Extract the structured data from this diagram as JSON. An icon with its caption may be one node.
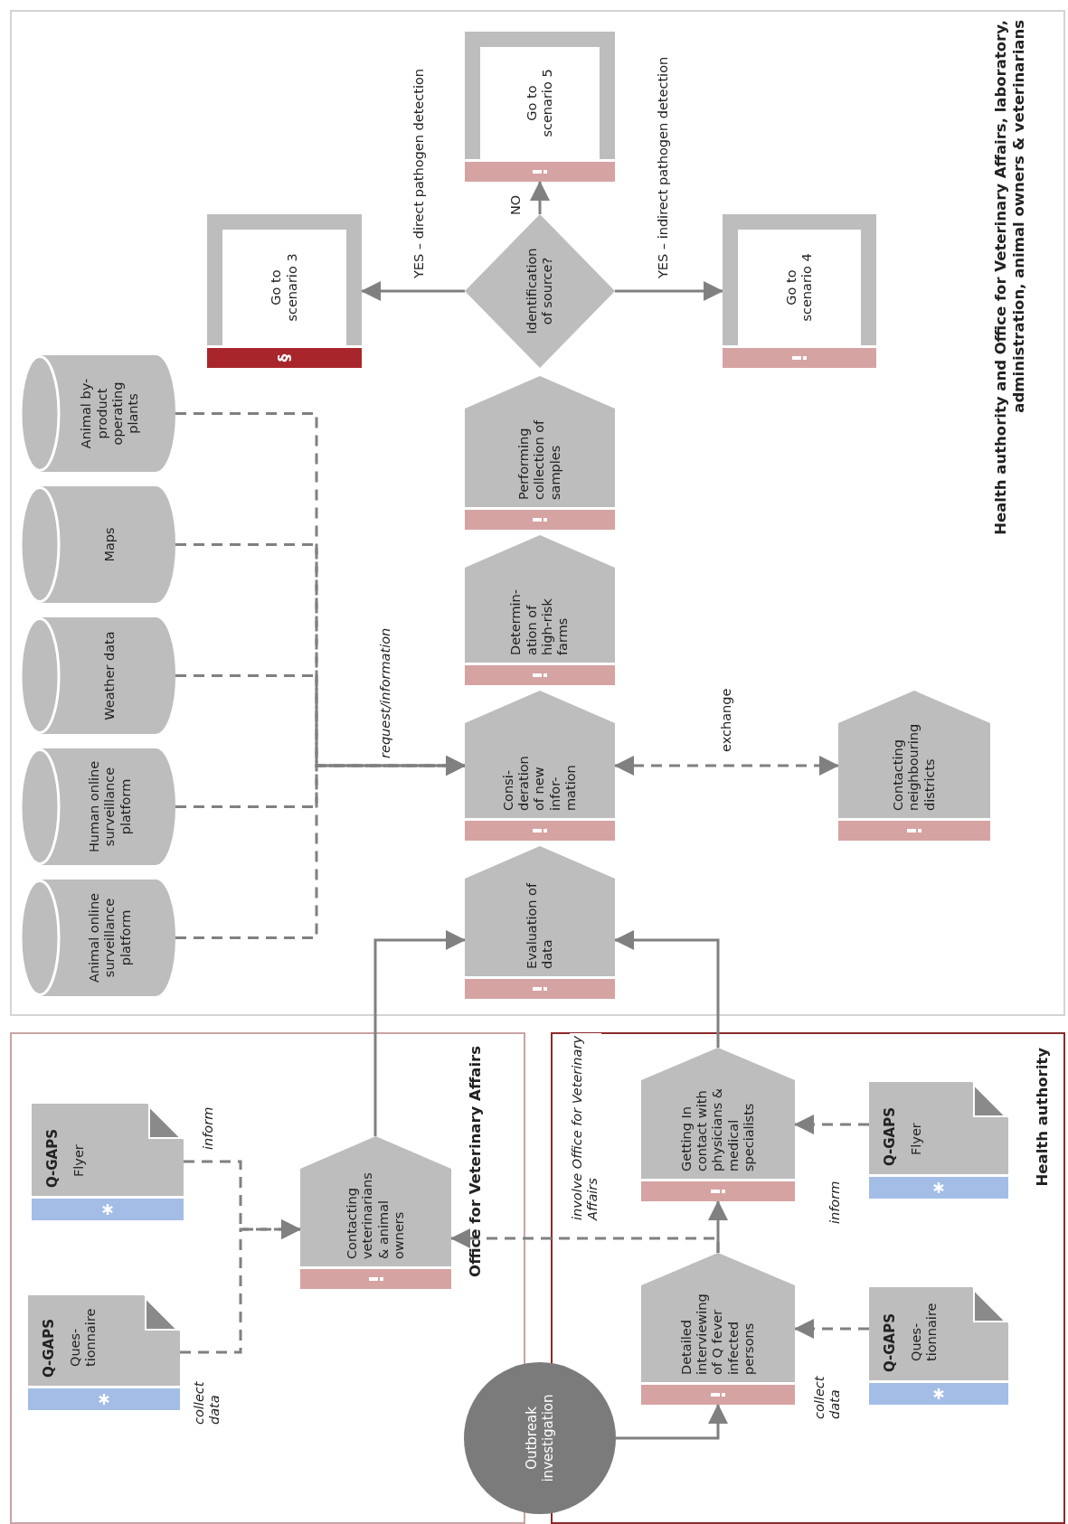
{
  "diagram": {
    "nodes": [
      {
        "text": [
          "Health authority and Office for Veterinary Affairs, laboratory, administration, animal owners & veterinarians"
        ]
      },
      {
        "text": [
          "Office for Veterinary Affairs"
        ]
      },
      {
        "text": [
          "Health authority"
        ]
      },
      {
        "text": [
          "Animal online surveillance platform"
        ],
        "in": 0
      },
      {
        "text": [
          "Human online surveillance platform"
        ],
        "in": 0
      },
      {
        "text": [
          "Weather data"
        ],
        "in": 0
      },
      {
        "text": [
          "Maps"
        ],
        "in": 0
      },
      {
        "text": [
          "Animal by-product operating plants"
        ],
        "in": 0
      },
      {
        "text": [
          "Evaluation of data"
        ],
        "in": 0
      },
      {
        "text": [
          "Consi- deration of new infor- mation"
        ],
        "in": 0
      },
      {
        "text": [
          "Determin- ation of high-risk farms"
        ],
        "in": 0
      },
      {
        "text": [
          "Performing collection of samples"
        ],
        "in": 0
      },
      {
        "text": [
          "Identification of source?"
        ],
        "in": 0
      },
      {
        "text": [
          "Go to scenario 3",
          "§"
        ],
        "in": 0
      },
      {
        "text": [
          "Go to scenario 5"
        ],
        "in": 0
      },
      {
        "text": [
          "Go to scenario 4"
        ],
        "in": 0
      },
      {
        "text": [
          "Contacting neighbouring districts"
        ],
        "in": 0
      },
      {
        "text": [
          "Q-GAPS",
          "Ques- tionnaire"
        ],
        "in": 1
      },
      {
        "text": [
          "Q-GAPS",
          "Flyer"
        ],
        "in": 1
      },
      {
        "text": [
          "Contacting veterinarians & animal owners"
        ],
        "in": 1
      },
      {
        "text": [
          "Outbreak investigation"
        ]
      },
      {
        "text": [
          "Detailed interviewing of Q fever infected persons"
        ],
        "in": 2
      },
      {
        "text": [
          "Getting In contact with physicians & medical specialists"
        ],
        "in": 2
      },
      {
        "text": [
          "Q-GAPS",
          "Ques- tionnaire"
        ],
        "in": 2
      },
      {
        "text": [
          "Q-GAPS",
          "Flyer"
        ],
        "in": 2
      }
    ],
    "edges": [
      {
        "from": 3,
        "to": 9,
        "arrow": "to",
        "style": "dashed"
      },
      {
        "from": 4,
        "to": 9,
        "arrow": "to",
        "style": "dashed",
        "label": "request/information"
      },
      {
        "from": 5,
        "to": 9,
        "arrow": "to",
        "style": "dashed"
      },
      {
        "from": 6,
        "to": 9,
        "arrow": "to",
        "style": "dashed"
      },
      {
        "from": 7,
        "to": 9,
        "arrow": "to",
        "style": "dashed"
      },
      {
        "from": 9,
        "to": 16,
        "arrow": "both",
        "style": "dashed",
        "label": "exchange"
      },
      {
        "from": 12,
        "to": 13,
        "arrow": "to",
        "label": "YES – direct pathogen detection"
      },
      {
        "from": 12,
        "to": 14,
        "arrow": "to",
        "label": "NO"
      },
      {
        "from": 12,
        "to": 15,
        "arrow": "to",
        "label": "YES – indirect pathogen detection"
      },
      {
        "from": 17,
        "to": 19,
        "arrow": "to",
        "style": "dashed",
        "label": "collect data"
      },
      {
        "from": 18,
        "to": 19,
        "arrow": "to",
        "style": "dashed",
        "label": "inform"
      },
      {
        "from": 19,
        "to": 8,
        "arrow": "to"
      },
      {
        "from": 20,
        "to": 21,
        "arrow": "to"
      },
      {
        "from": 21,
        "to": 22,
        "arrow": "to"
      },
      {
        "from": 21,
        "to": 19,
        "arrow": "to",
        "style": "dashed",
        "label": "involve Office for Veterinary Affairs"
      },
      {
        "from": 23,
        "to": 21,
        "arrow": "to",
        "style": "dashed",
        "label": "collect data"
      },
      {
        "from": 24,
        "to": 22,
        "arrow": "to",
        "style": "dashed",
        "label": "inform"
      },
      {
        "from": 22,
        "to": 8,
        "arrow": "to"
      }
    ]
  }
}
